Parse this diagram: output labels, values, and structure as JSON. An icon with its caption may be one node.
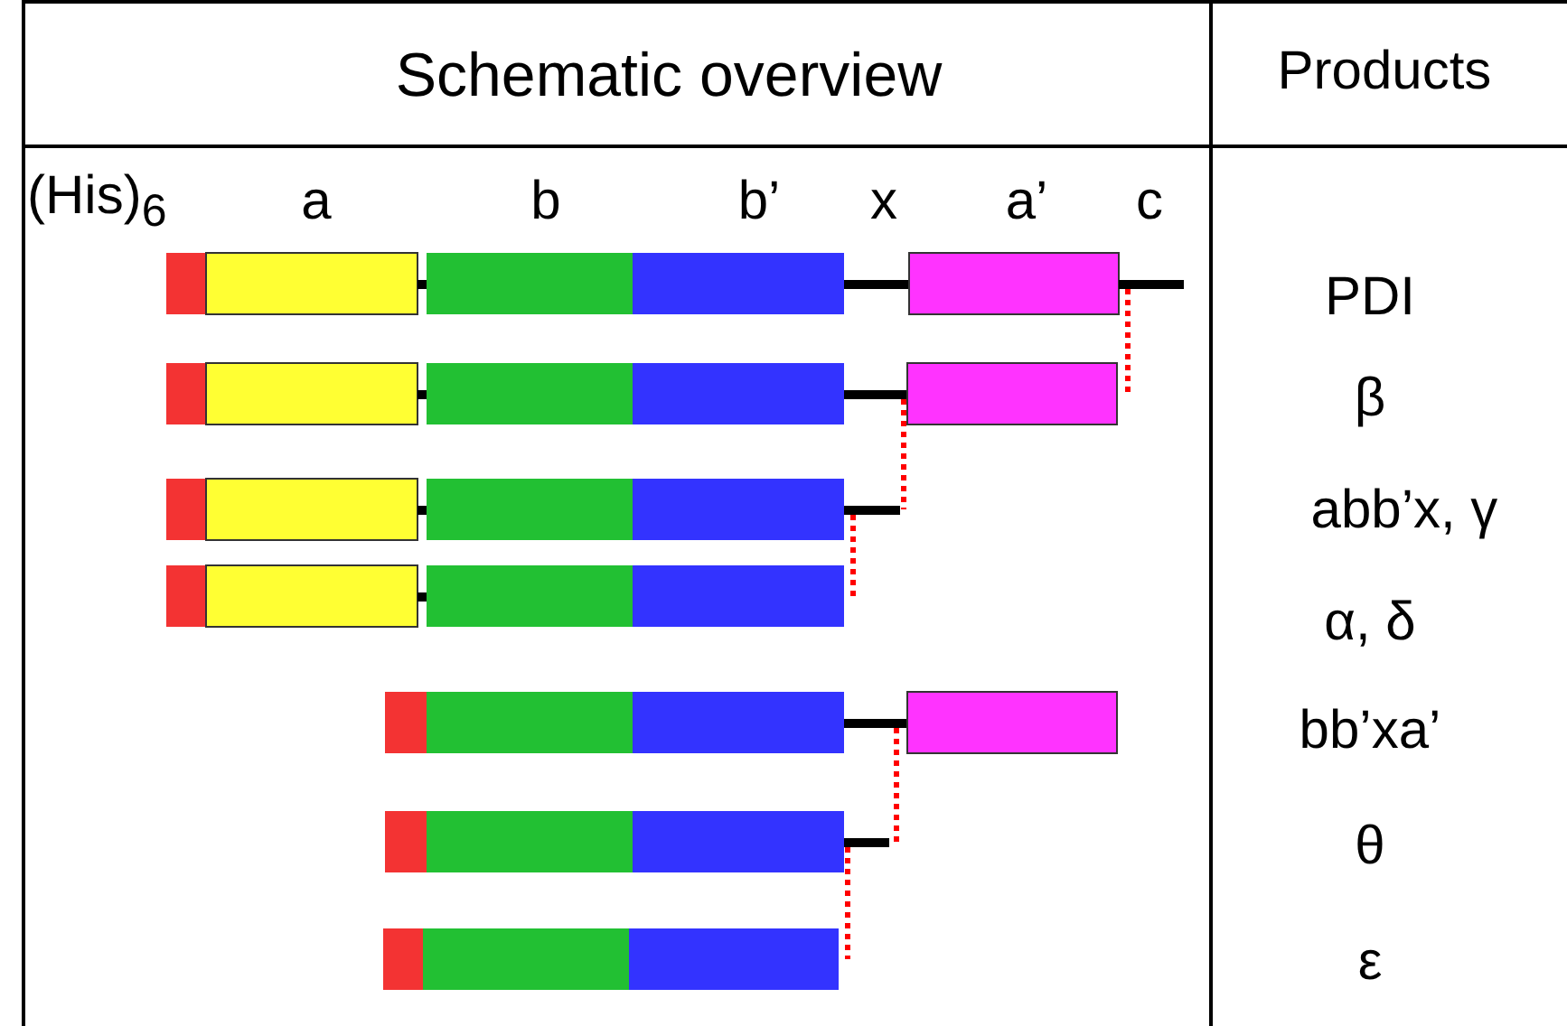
{
  "diagram": {
    "nodes": [
      {
        "text": [],
        "shape": "bar"
      },
      {
        "text": [],
        "shape": "bar"
      },
      {
        "text": [],
        "shape": "bar"
      },
      {
        "text": [],
        "shape": "bar"
      },
      {
        "text": [],
        "shape": "bar"
      },
      {
        "text": [],
        "shape": "bar"
      },
      {
        "text": [],
        "shape": "bar"
      }
    ],
    "edges": [
      {
        "from": 0,
        "to": 1,
        "arrow": "none",
        "style": "dashed"
      },
      {
        "from": 1,
        "to": 2,
        "arrow": "none",
        "style": "dashed"
      },
      {
        "from": 2,
        "to": 3,
        "arrow": "none",
        "style": "dashed"
      },
      {
        "from": 4,
        "to": 5,
        "arrow": "none",
        "style": "dashed"
      },
      {
        "from": 5,
        "to": 6,
        "arrow": "none",
        "style": "dashed"
      }
    ],
    "labels": [
      "Schematic overview",
      "Products",
      "(His)$_{6}$",
      "a",
      "b",
      "b’",
      "x",
      "a’",
      "c",
      "PDI",
      "β",
      "abb’x, γ",
      "α, δ",
      "bb’xa’",
      "θ",
      "ε"
    ]
  }
}
